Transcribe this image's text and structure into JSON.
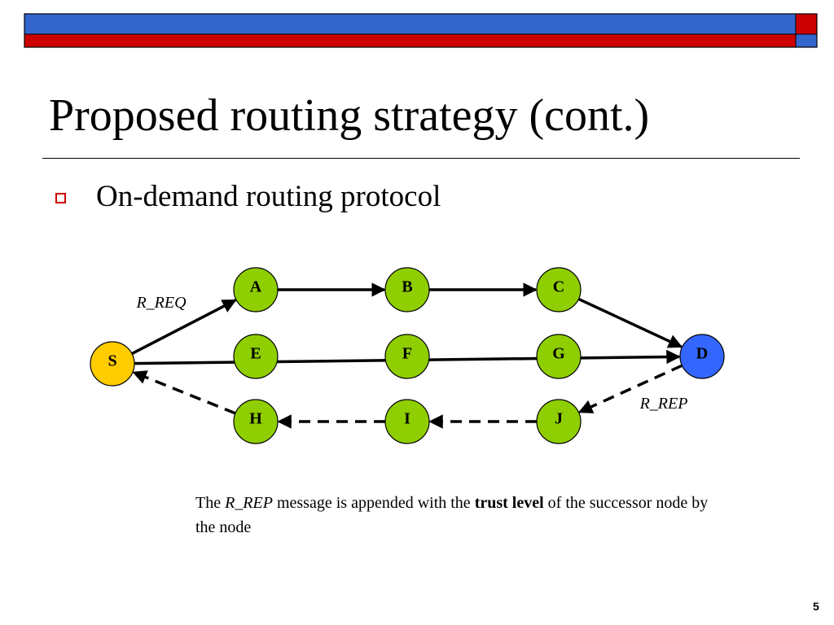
{
  "slide": {
    "title": "Proposed routing strategy (cont.)",
    "bullet": "On-demand routing protocol",
    "page_number": "5",
    "caption": {
      "part1": "The ",
      "rrep": "R_REP",
      "part2": " message is appended with the ",
      "trust": "trust level",
      "part3": " of the successor node by the node"
    }
  },
  "colors": {
    "bar_blue": "#3366cc",
    "bar_red": "#cc0000",
    "node_green": "#8fce00",
    "node_source": "#ffcc00",
    "node_dest": "#3366ff",
    "edge": "#000000"
  },
  "diagram": {
    "edge_labels": {
      "request": "R_REQ",
      "reply": "R_REP"
    },
    "nodes": [
      {
        "id": "S",
        "label": "S",
        "role": "source"
      },
      {
        "id": "A",
        "label": "A",
        "role": "relay"
      },
      {
        "id": "B",
        "label": "B",
        "role": "relay"
      },
      {
        "id": "C",
        "label": "C",
        "role": "relay"
      },
      {
        "id": "E",
        "label": "E",
        "role": "relay"
      },
      {
        "id": "F",
        "label": "F",
        "role": "relay"
      },
      {
        "id": "G",
        "label": "G",
        "role": "relay"
      },
      {
        "id": "D",
        "label": "D",
        "role": "destination"
      },
      {
        "id": "H",
        "label": "H",
        "role": "relay"
      },
      {
        "id": "I",
        "label": "I",
        "role": "relay"
      },
      {
        "id": "J",
        "label": "J",
        "role": "relay"
      }
    ],
    "edges": [
      {
        "from": "S",
        "to": "A",
        "style": "solid",
        "arrow": "end"
      },
      {
        "from": "A",
        "to": "B",
        "style": "solid",
        "arrow": "end"
      },
      {
        "from": "B",
        "to": "C",
        "style": "solid",
        "arrow": "end"
      },
      {
        "from": "C",
        "to": "D",
        "style": "solid",
        "arrow": "end"
      },
      {
        "from": "S",
        "to": "D",
        "style": "solid",
        "arrow": "end"
      },
      {
        "from": "D",
        "to": "J",
        "style": "dashed",
        "arrow": "end"
      },
      {
        "from": "J",
        "to": "I",
        "style": "dashed",
        "arrow": "end"
      },
      {
        "from": "I",
        "to": "H",
        "style": "dashed",
        "arrow": "end"
      },
      {
        "from": "H",
        "to": "S",
        "style": "dashed",
        "arrow": "end"
      }
    ]
  }
}
